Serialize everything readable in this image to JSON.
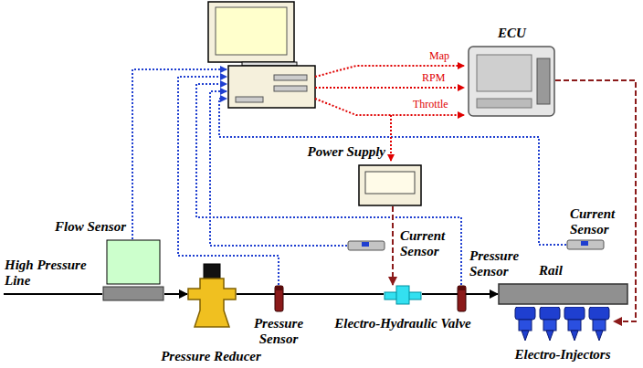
{
  "diagram": {
    "nodes": [
      {
        "text": [
          "ECU"
        ]
      },
      {
        "text": [
          "Power Supply"
        ]
      },
      {
        "text": [
          "Flow Sensor"
        ]
      },
      {
        "text": [
          "Pressure Reducer"
        ]
      },
      {
        "text": [
          "Pressure Sensor"
        ]
      },
      {
        "text": [
          "Current Sensor"
        ]
      },
      {
        "text": [
          "Electro-Hydraulic Valve"
        ]
      },
      {
        "text": [
          "Pressure Sensor"
        ]
      },
      {
        "text": [
          "Rail"
        ]
      },
      {
        "text": [
          "Current Sensor"
        ]
      },
      {
        "text": [
          "Electro-Injectors"
        ]
      }
    ],
    "edges": [
      {
        "from": 2,
        "to": 3,
        "arrow": "to"
      },
      {
        "from": 3,
        "to": 6,
        "arrow": "none"
      },
      {
        "from": 6,
        "to": 8,
        "arrow": "to"
      },
      {
        "from": 1,
        "to": 6,
        "arrow": "to"
      },
      {
        "from": 0,
        "to": 10,
        "arrow": "to"
      }
    ],
    "labels": [
      "High Pressure Line",
      "Map",
      "RPM",
      "Throttle"
    ]
  }
}
